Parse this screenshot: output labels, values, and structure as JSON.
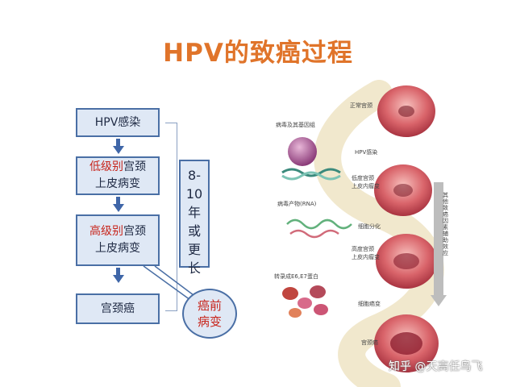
{
  "title": "HPV的致癌过程",
  "flow": {
    "step1": "HPV感染",
    "step2_red": "低级别",
    "step2_rest": "宫颈",
    "step2_line2": "上皮病变",
    "step3_red": "高级别",
    "step3_rest": "宫颈",
    "step3_line2": "上皮病变",
    "step4": "宫颈癌",
    "duration": [
      "8-",
      "10",
      "年",
      "或",
      "更",
      "长"
    ],
    "bubble_line1": "癌前",
    "bubble_line2": "病变"
  },
  "illustration": {
    "mol_labels": [
      "病毒及其基因组",
      "病毒产物(RNA)",
      "转录成E6,E7蛋白"
    ],
    "stage_labels": [
      "正常宫颈",
      "HPV感染",
      "低度宫颈\n上皮内瘤变",
      "细胞分化",
      "高度宫颈\n上皮内瘤变",
      "细胞癌变",
      "宫颈癌"
    ],
    "side_note": "其他致癌因素辅助效应"
  },
  "watermark": "知乎 @天高任鸟飞",
  "colors": {
    "title": "#e0742a",
    "box_border": "#4a6fa5",
    "box_fill": "#dfe8f5",
    "arrow": "#3f66a8",
    "emphasis": "#c8261d"
  }
}
